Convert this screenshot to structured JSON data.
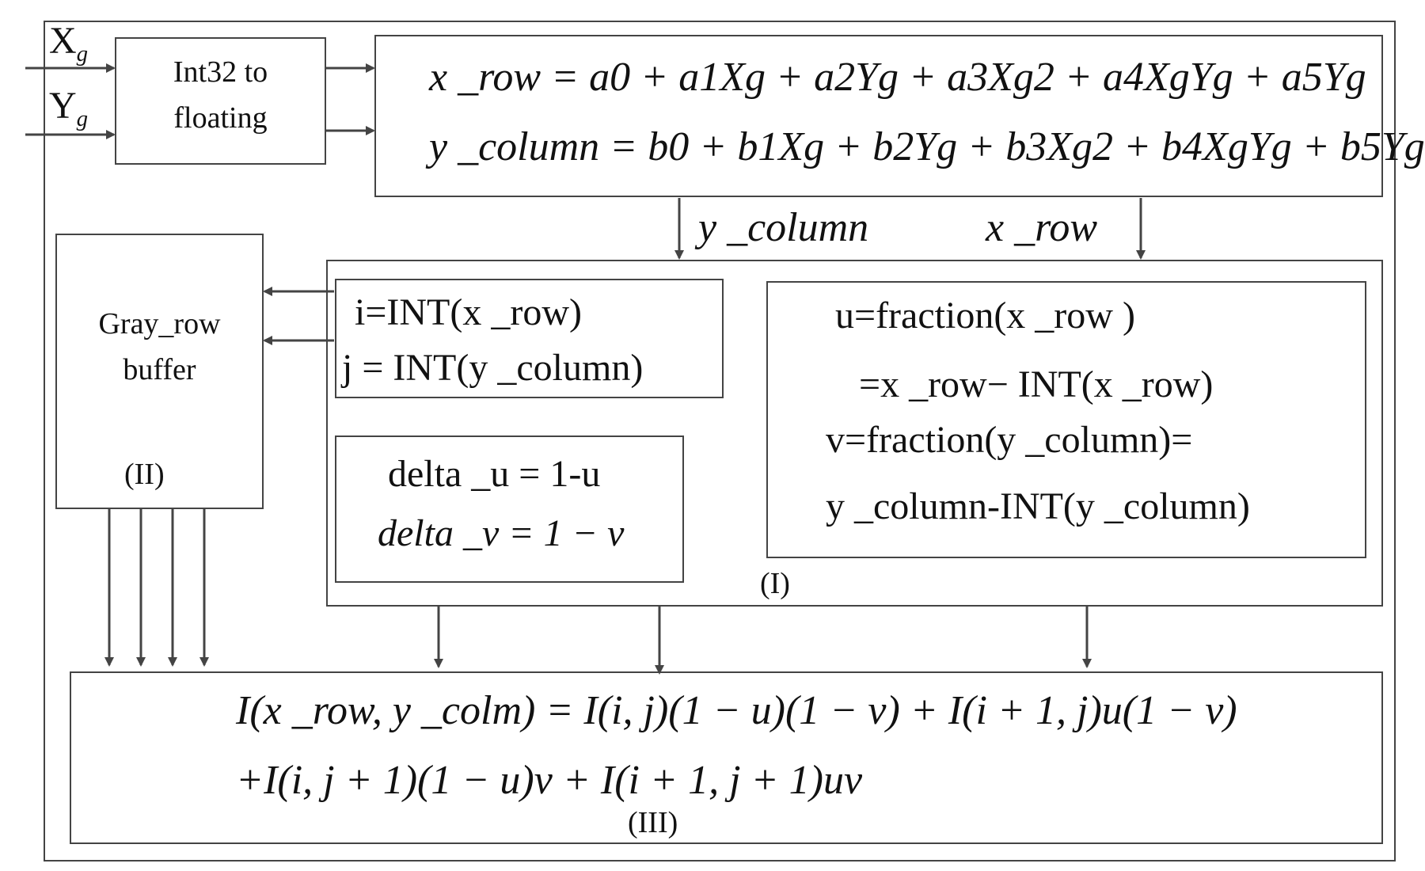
{
  "inputs": {
    "x_main": "X",
    "x_sub": "g",
    "y_main": "Y",
    "y_sub": "g"
  },
  "int32_block": {
    "line1": "Int32 to",
    "line2": "floating"
  },
  "poly_block": {
    "x_row_eq": "x _row = a0 + a1Xg + a2Yg + a3Xg2 + a4XgYg + a5Yg",
    "y_column_eq": "y _column = b0 + b1Xg + b2Yg + b3Xg2 + b4XgYg + b5Yg"
  },
  "signals": {
    "y_column": "y _column",
    "x_row": "x _row"
  },
  "gray_block": {
    "line1": "Gray_row",
    "line2": "buffer",
    "tag": "(II)"
  },
  "int_block": {
    "i_eq": "i=INT(x _row)",
    "j_eq": "j = INT(y _column)"
  },
  "delta_block": {
    "u_eq": "delta _u = 1-u",
    "v_eq": "delta _v = 1 − v"
  },
  "fraction_block": {
    "line1": "u=fraction(x _row )",
    "line2": "=x _row− INT(x _row)",
    "line3": "v=fraction(y _column)=",
    "line4": "y _column-INT(y _column)"
  },
  "stage1_tag": "(I)",
  "interp_block": {
    "line1": "I(x _row, y _colm) = I(i, j)(1 − u)(1 − v) + I(i + 1, j)u(1 − v)",
    "line2": "+I(i, j + 1)(1 − u)v + I(i + 1, j + 1)uv",
    "tag": "(III)"
  },
  "colors": {
    "stroke": "#444444",
    "text": "#111111",
    "background": "#ffffff"
  }
}
